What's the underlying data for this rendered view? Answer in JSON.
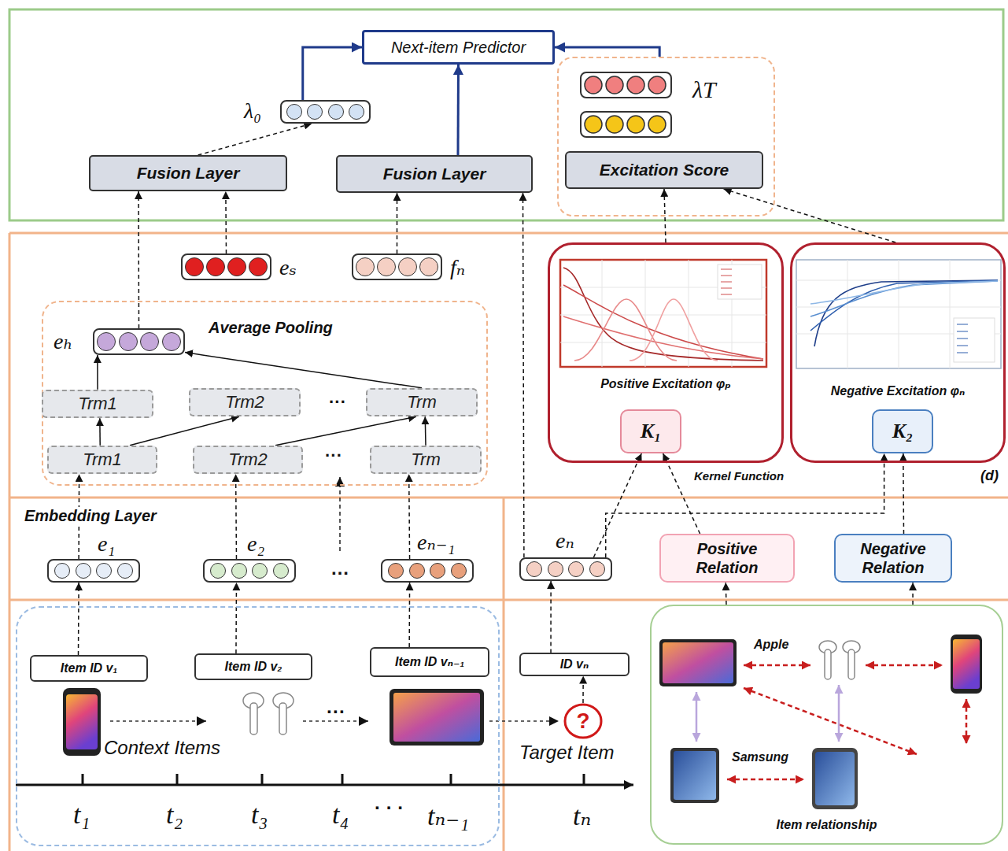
{
  "diagram": {
    "nodes": [
      {
        "text": [
          "Next-item Predictor"
        ]
      },
      {
        "text": [
          "Fusion Layer"
        ]
      },
      {
        "text": [
          "Fusion Layer"
        ]
      },
      {
        "text": [
          "λT"
        ]
      },
      {
        "text": [
          "Excitation Score"
        ],
        "in": 3
      },
      {
        "text": [
          "λ₀"
        ]
      },
      {
        "text": [
          "eₛ"
        ]
      },
      {
        "text": [
          "fₙ"
        ]
      },
      {
        "text": [
          "Average Pooling"
        ]
      },
      {
        "text": [
          "eₕ"
        ],
        "in": 8
      },
      {
        "text": [
          "Trm1"
        ],
        "in": 8
      },
      {
        "text": [
          "Trm2"
        ],
        "in": 8
      },
      {
        "text": [
          "Trm"
        ],
        "in": 8
      },
      {
        "text": [
          "Trm1"
        ],
        "in": 8
      },
      {
        "text": [
          "Trm2"
        ],
        "in": 8
      },
      {
        "text": [
          "Trm"
        ],
        "in": 8
      },
      {
        "text": [
          "Positive Excitation φₚ"
        ]
      },
      {
        "text": [
          "K₁"
        ],
        "in": 16
      },
      {
        "text": [
          "Negative Excitation φₙ"
        ]
      },
      {
        "text": [
          "K₂"
        ],
        "in": 18
      },
      {
        "text": [
          "e₁"
        ]
      },
      {
        "text": [
          "e₂"
        ]
      },
      {
        "text": [
          "eₙ₋₁"
        ]
      },
      {
        "text": [
          "eₙ"
        ]
      },
      {
        "text": [
          "Positive Relation"
        ]
      },
      {
        "text": [
          "Negative Relation"
        ]
      },
      {
        "text": [
          "Context Items"
        ]
      },
      {
        "text": [
          "Item ID v₁"
        ],
        "in": 26
      },
      {
        "text": [
          "Item ID v₂"
        ],
        "in": 26
      },
      {
        "text": [
          "Item ID vₙ₋₁"
        ],
        "in": 26
      },
      {
        "text": [
          "ID vₙ"
        ]
      },
      {
        "text": [
          "?"
        ]
      },
      {
        "text": [
          "Item relationship"
        ]
      }
    ],
    "edges": [
      {
        "from": 1,
        "to": 5,
        "arrow": "to"
      },
      {
        "from": 5,
        "to": 0,
        "arrow": "to"
      },
      {
        "from": 2,
        "to": 0,
        "arrow": "to"
      },
      {
        "from": 3,
        "to": 0,
        "arrow": "to"
      },
      {
        "from": 9,
        "to": 1,
        "arrow": "to"
      },
      {
        "from": 6,
        "to": 1,
        "arrow": "to"
      },
      {
        "from": 7,
        "to": 2,
        "arrow": "to"
      },
      {
        "from": 23,
        "to": 2,
        "arrow": "to"
      },
      {
        "from": 16,
        "to": 4,
        "arrow": "to"
      },
      {
        "from": 18,
        "to": 4,
        "arrow": "to"
      },
      {
        "from": 13,
        "to": 10,
        "arrow": "to"
      },
      {
        "from": 13,
        "to": 11,
        "arrow": "to"
      },
      {
        "from": 14,
        "to": 12,
        "arrow": "to"
      },
      {
        "from": 15,
        "to": 12,
        "arrow": "to"
      },
      {
        "from": 10,
        "to": 9,
        "arrow": "to"
      },
      {
        "from": 12,
        "to": 9,
        "arrow": "to"
      },
      {
        "from": 20,
        "to": 13,
        "arrow": "to"
      },
      {
        "from": 21,
        "to": 14,
        "arrow": "to"
      },
      {
        "from": 22,
        "to": 15,
        "arrow": "to"
      },
      {
        "from": 27,
        "to": 20,
        "arrow": "to"
      },
      {
        "from": 28,
        "to": 21,
        "arrow": "to"
      },
      {
        "from": 29,
        "to": 22,
        "arrow": "to"
      },
      {
        "from": 30,
        "to": 23,
        "arrow": "to"
      },
      {
        "from": 23,
        "to": 17,
        "arrow": "to"
      },
      {
        "from": 23,
        "to": 19,
        "arrow": "to"
      },
      {
        "from": 24,
        "to": 17,
        "arrow": "to"
      },
      {
        "from": 25,
        "to": 19,
        "arrow": "to"
      },
      {
        "from": 32,
        "to": 24,
        "arrow": "to"
      },
      {
        "from": 32,
        "to": 25,
        "arrow": "to"
      },
      {
        "from": 31,
        "to": 30,
        "arrow": "to"
      }
    ],
    "labels": [
      "Embedding Layer",
      "···",
      "···",
      "…",
      "Kernel Function",
      "(d)",
      "···",
      "Apple",
      "Samsung",
      "Target Item",
      "t₁",
      "t₂",
      "t₃",
      "t₄",
      "· · ·",
      "tₙ₋₁",
      "tₙ"
    ]
  }
}
